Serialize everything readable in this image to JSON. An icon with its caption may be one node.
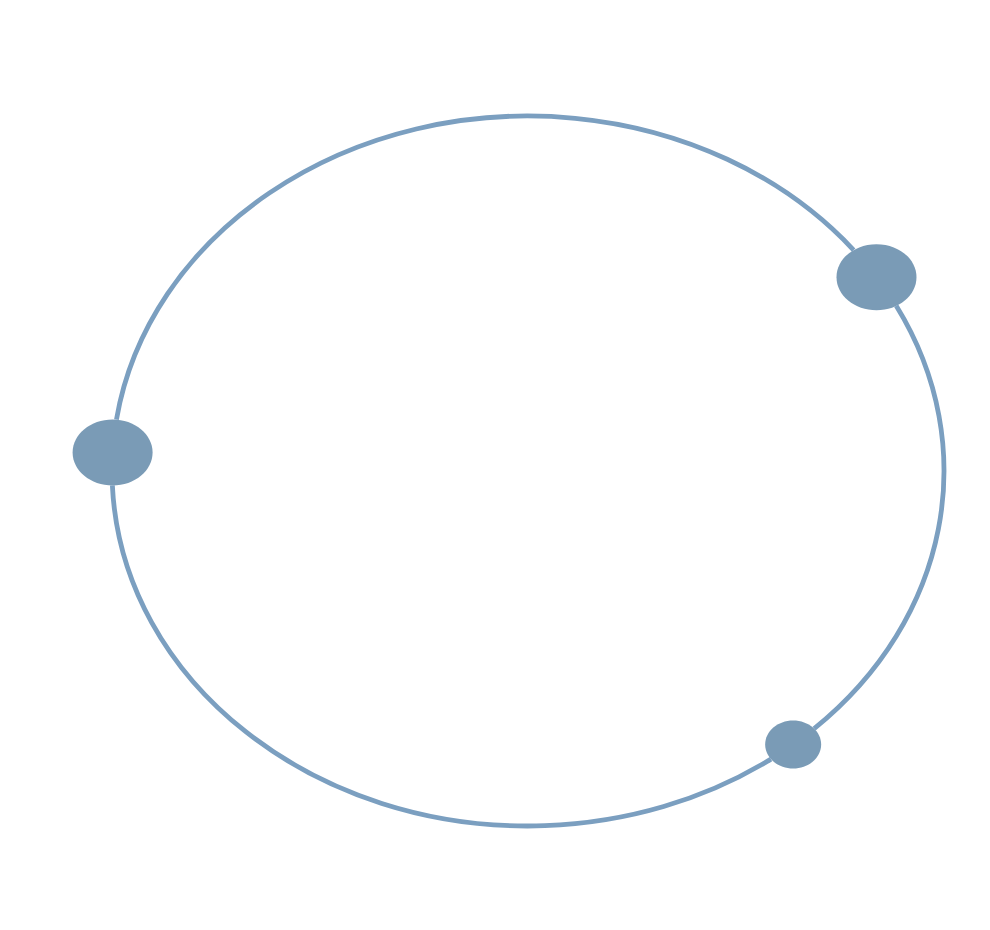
{
  "diagram": {
    "nodes": [
      {
        "text": [],
        "shape": "circle"
      },
      {
        "text": [],
        "shape": "circle"
      },
      {
        "text": [],
        "shape": "circle"
      }
    ],
    "edges": [
      {
        "from": 0,
        "to": 1,
        "arrow": "none"
      },
      {
        "from": 1,
        "to": 2,
        "arrow": "none"
      },
      {
        "from": 2,
        "to": 0,
        "arrow": "none"
      }
    ]
  }
}
